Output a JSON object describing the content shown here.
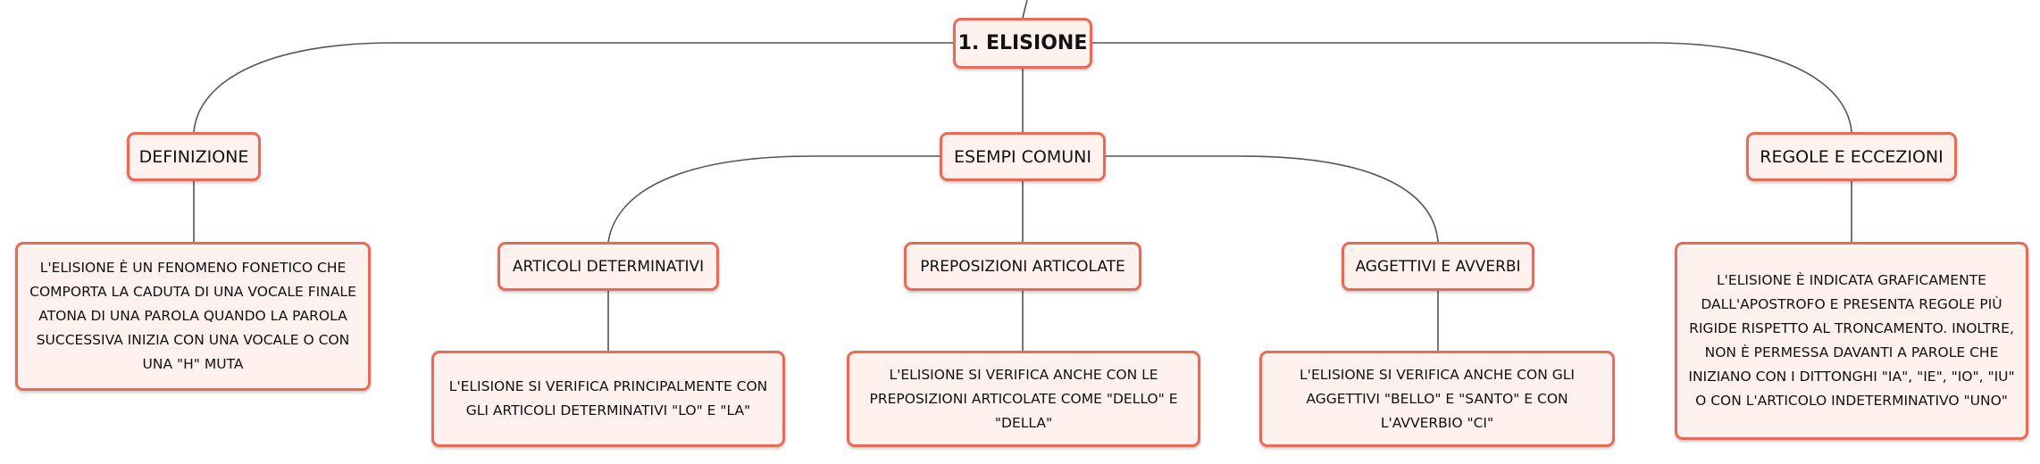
{
  "root": {
    "label": "1. ELISIONE"
  },
  "branches": {
    "definizione": {
      "label": "DEFINIZIONE",
      "text": "L'ELISIONE È UN FENOMENO FONETICO CHE COMPORTA LA CADUTA DI UNA VOCALE FINALE ATONA DI UNA PAROLA QUANDO LA PAROLA SUCCESSIVA INIZIA CON UNA VOCALE O CON UNA \"H\" MUTA"
    },
    "esempi": {
      "label": "ESEMPI COMUNI",
      "children": {
        "articoli": {
          "label": "ARTICOLI DETERMINATIVI",
          "text": "L'ELISIONE SI VERIFICA PRINCIPALMENTE CON GLI ARTICOLI DETERMINATIVI \"LO\" E \"LA\""
        },
        "preposizioni": {
          "label": "PREPOSIZIONI ARTICOLATE",
          "text": "L'ELISIONE SI VERIFICA ANCHE CON LE PREPOSIZIONI ARTICOLATE COME \"DELLO\" E \"DELLA\""
        },
        "aggettivi": {
          "label": "AGGETTIVI E AVVERBI",
          "text": "L'ELISIONE SI VERIFICA ANCHE CON GLI AGGETTIVI \"BELLO\" E \"SANTO\" E CON L'AVVERBIO \"CI\""
        }
      }
    },
    "regole": {
      "label": "REGOLE E ECCEZIONI",
      "text": "L'ELISIONE È INDICATA GRAFICAMENTE DALL'APOSTROFO E PRESENTA REGOLE PIÙ RIGIDE RISPETTO AL TRONCAMENTO. INOLTRE, NON È PERMESSA DAVANTI A PAROLE CHE INIZIANO CON I DITTONGHI \"IA\", \"IE\", \"IO\", \"IU\" O CON L'ARTICOLO INDETERMINATIVO \"UNO\""
    }
  },
  "colors": {
    "node_border": "#ea6a55",
    "node_fill": "#fef1ee",
    "connector": "#555555"
  }
}
